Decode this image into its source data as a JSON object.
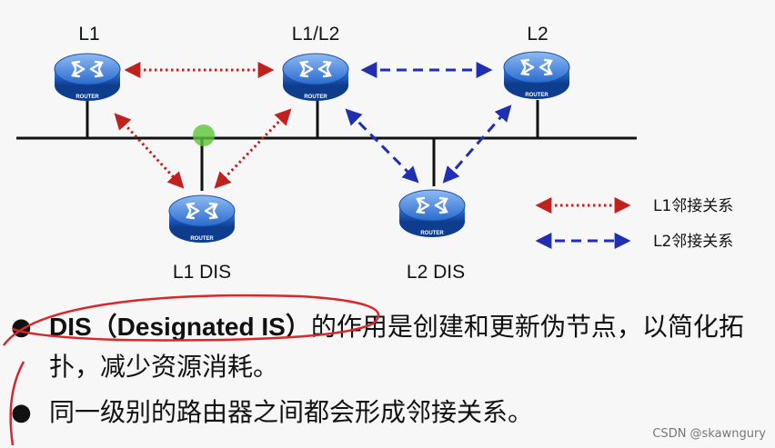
{
  "diagram": {
    "routers": [
      {
        "id": "r_l1",
        "label": "L1",
        "name_plate": "ROUTER"
      },
      {
        "id": "r_l1l2",
        "label": "L1/L2",
        "name_plate": "ROUTER"
      },
      {
        "id": "r_l2",
        "label": "L2",
        "name_plate": "ROUTER"
      },
      {
        "id": "r_l1dis",
        "label": "L1 DIS",
        "name_plate": "ROUTER"
      },
      {
        "id": "r_l2dis",
        "label": "L2 DIS",
        "name_plate": "ROUTER"
      }
    ],
    "adjacencies": [
      {
        "from": "L1",
        "to": "L1/L2",
        "type": "L1"
      },
      {
        "from": "L1",
        "to": "L1 DIS",
        "type": "L1"
      },
      {
        "from": "L1 DIS",
        "to": "L1/L2",
        "type": "L1"
      },
      {
        "from": "L1/L2",
        "to": "L2",
        "type": "L2"
      },
      {
        "from": "L1/L2",
        "to": "L2 DIS",
        "type": "L2"
      },
      {
        "from": "L2 DIS",
        "to": "L2",
        "type": "L2"
      }
    ],
    "legend": [
      {
        "type": "L1",
        "label": "L1邻接关系",
        "color": "#c0201e",
        "style": "dotted"
      },
      {
        "type": "L2",
        "label": "L2邻接关系",
        "color": "#1f2fb0",
        "style": "dashed"
      }
    ],
    "colors": {
      "bus": "#111111",
      "router_body": "#1a58b8",
      "highlight_dot": "#5fc23a"
    }
  },
  "bullets": [
    {
      "emphasis": "DIS（Designated IS）",
      "text": "的作用是创建和更新伪节点，以简化拓扑，减少资源消耗。"
    },
    {
      "emphasis": "",
      "text": "同一级别的路由器之间都会形成邻接关系。"
    }
  ],
  "bullet_symbol": "●",
  "watermark": "CSDN @skawngury",
  "annotation_color": "#d8262a"
}
